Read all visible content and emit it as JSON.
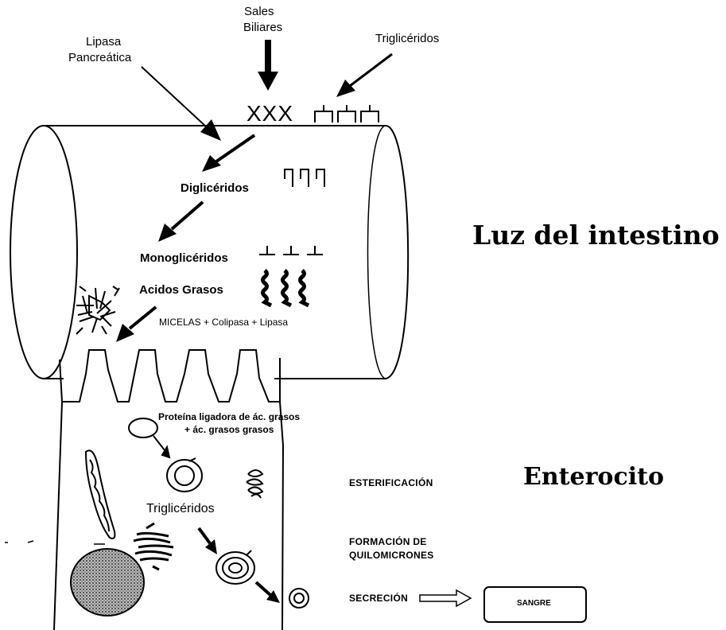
{
  "labels": {
    "sales_biliares_line1": "Sales",
    "sales_biliares_line2": "Biliares",
    "lipasa_line1": "Lipasa",
    "lipasa_line2": "Pancreática",
    "trigliceridos_top": "Triglicéridos",
    "xxx": "XXX",
    "digliceridos": "Diglicéridos",
    "monogliceridos": "Monoglicéridos",
    "acidos_grasos": "Acidos Grasos",
    "micelas": "MICELAS + Colipasa + Lipasa",
    "proteina_line1": "Proteína ligadora de ác. grasos",
    "proteina_line2": "+ ác. grasos grasos",
    "trigliceridos_cell": "Triglicéridos",
    "esterificacion": "ESTERIFICACIÓN",
    "formacion_line1": "FORMACIÓN DE",
    "formacion_line2": "QUILOMICRONES",
    "secrecion": "SECRECIÓN",
    "sangre": "SANGRE",
    "luz_intestino": "Luz del intestino",
    "enterocito": "Enterocito"
  },
  "colors": {
    "ink": "#000000",
    "background": "#ffffff",
    "nucleus_fill": "#8a8a8a"
  }
}
